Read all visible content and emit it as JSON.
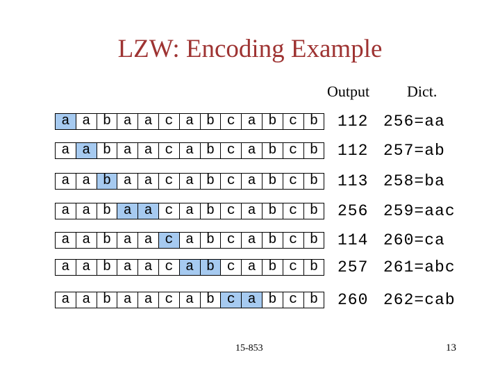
{
  "slide": {
    "title": "LZW: Encoding Example",
    "headers": {
      "output": "Output",
      "dict": "Dict."
    },
    "sequence": [
      "a",
      "a",
      "b",
      "a",
      "a",
      "c",
      "a",
      "b",
      "c",
      "a",
      "b",
      "c",
      "b"
    ],
    "rows": [
      {
        "highlight": [
          0
        ],
        "output": "112",
        "dict": "256=aa"
      },
      {
        "highlight": [
          1
        ],
        "output": "112",
        "dict": "257=ab"
      },
      {
        "highlight": [
          2
        ],
        "output": "113",
        "dict": "258=ba"
      },
      {
        "highlight": [
          3,
          4
        ],
        "output": "256",
        "dict": "259=aac"
      },
      {
        "highlight": [
          5
        ],
        "output": "114",
        "dict": "260=ca"
      },
      {
        "highlight": [
          6,
          7
        ],
        "output": "257",
        "dict": "261=abc"
      },
      {
        "highlight": [
          8,
          9
        ],
        "output": "260",
        "dict": "262=cab"
      }
    ],
    "footer": {
      "course": "15-853",
      "page": "13"
    },
    "colors": {
      "title_red": "#9E3332",
      "highlight_blue": "#A6CAF0",
      "text": "#000000"
    }
  }
}
